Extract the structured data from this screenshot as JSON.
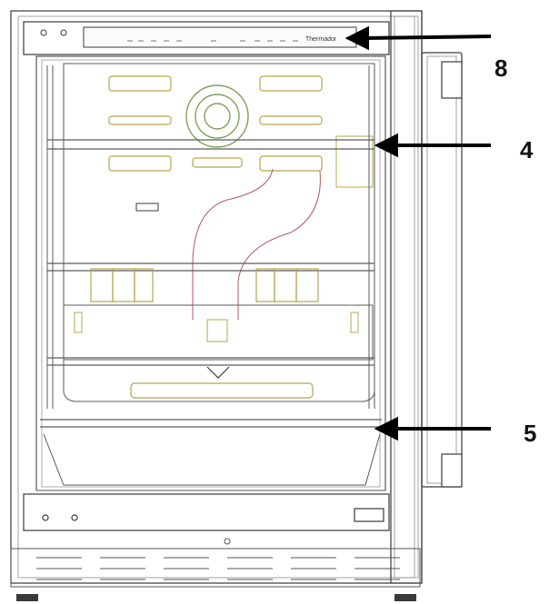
{
  "diagram": {
    "brand_label": "Thermador",
    "callouts": [
      {
        "number": "8"
      },
      {
        "number": "4"
      },
      {
        "number": "5"
      }
    ]
  },
  "colors": {
    "line": "#3a3a3a",
    "light_line": "#8a8a8a",
    "accent_yellow": "#b8a44a",
    "accent_green": "#7fa05a",
    "accent_red": "#b05a5a",
    "arrow": "#000000"
  }
}
